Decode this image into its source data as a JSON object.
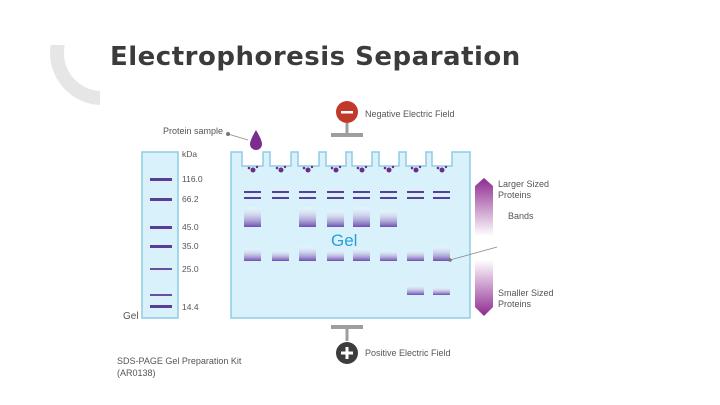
{
  "slide": {
    "title": "Electrophoresis Separation"
  },
  "diagram": {
    "protein_sample_label": "Protein sample",
    "negative_label": "Negative Electric Field",
    "positive_label": "Positive Electric Field",
    "negative_symbol": "−",
    "positive_symbol": "+",
    "kda_unit": "kDa",
    "kda_markers": [
      "116.0",
      "66.2",
      "45.0",
      "35.0",
      "25.0",
      "14.4"
    ],
    "gel_center_label": "Gel",
    "gel_side_label": "Gel",
    "larger_label": [
      "Larger Sized",
      "Proteins"
    ],
    "bands_label": "Bands",
    "smaller_label": [
      "Smaller Sized",
      "Proteins"
    ],
    "kit_label": [
      "SDS-PAGE Gel Preparation Kit",
      "(AR0138)"
    ],
    "colors": {
      "gel_fill": "#d8f1fb",
      "gel_border": "#8fcbe4",
      "band_dark": "#5a3d96",
      "band_light": "#b6a6df",
      "purple": "#8e2a8f",
      "electrode": "#c0392b",
      "gel_text": "#2a9fd6"
    }
  }
}
